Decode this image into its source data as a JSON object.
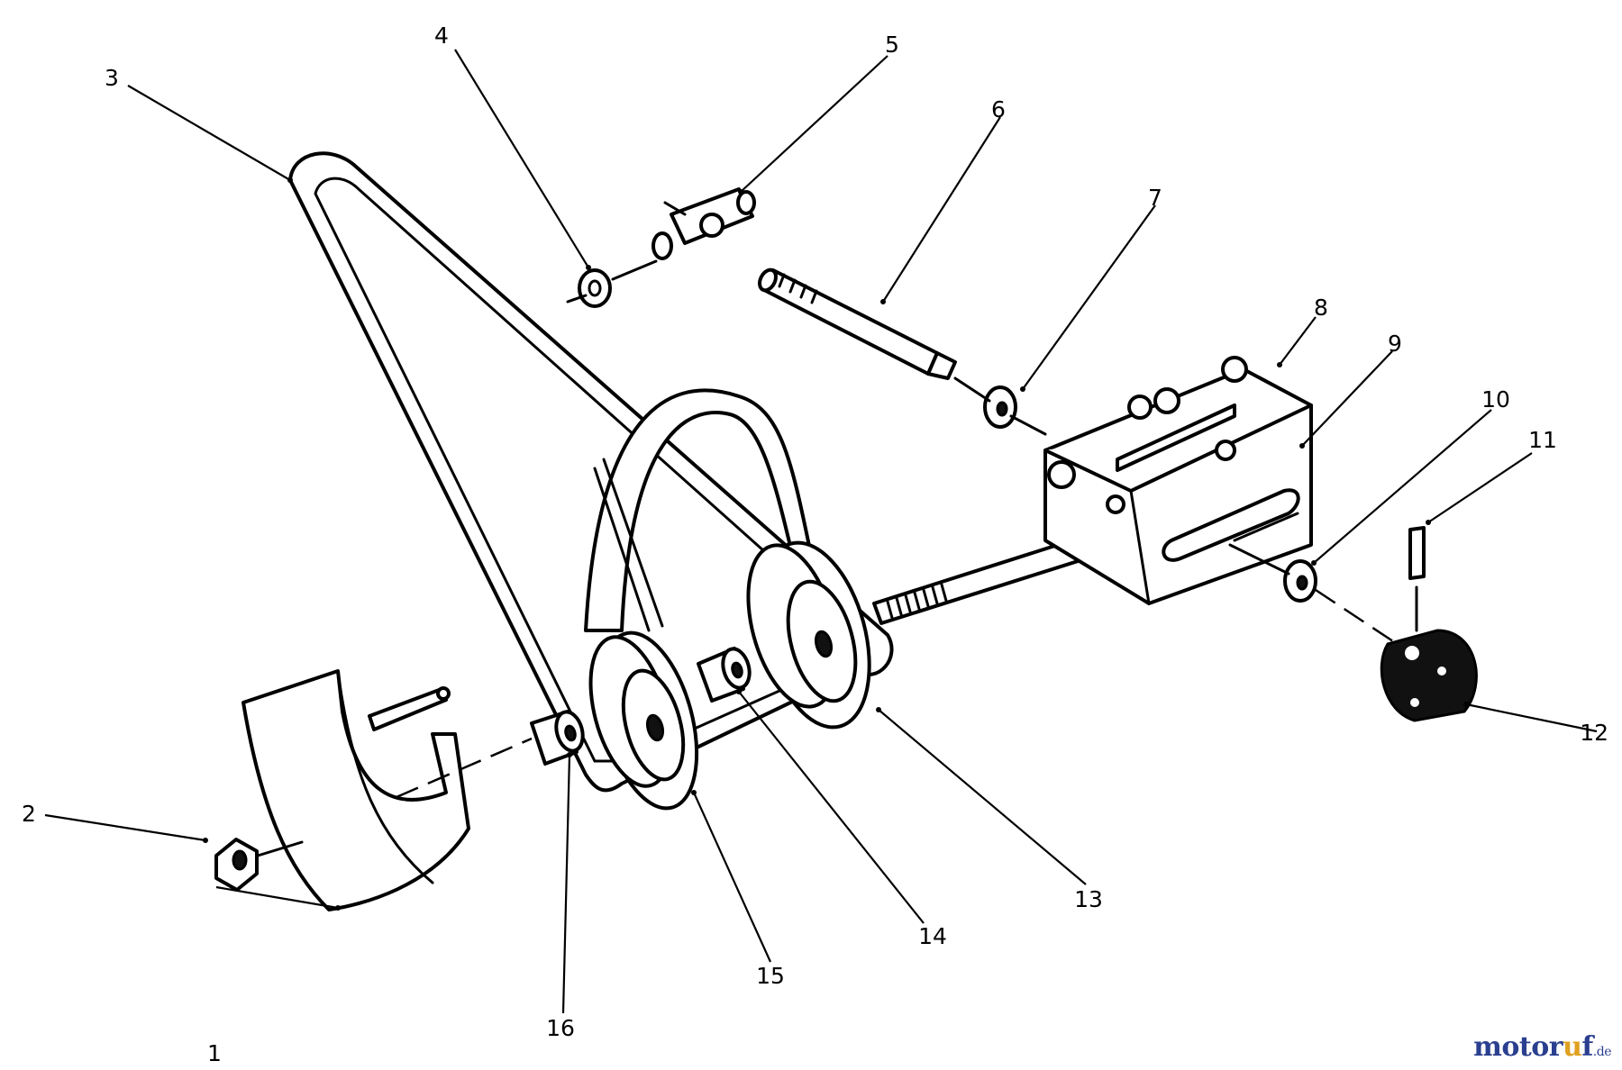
{
  "callouts": [
    {
      "num": "1",
      "part": "belt-guard"
    },
    {
      "num": "2",
      "part": "nut"
    },
    {
      "num": "3",
      "part": "long-v-belt"
    },
    {
      "num": "4",
      "part": "retaining-ring"
    },
    {
      "num": "5",
      "part": "pivot-block"
    },
    {
      "num": "6",
      "part": "threaded-rod"
    },
    {
      "num": "7",
      "part": "washer"
    },
    {
      "num": "8",
      "part": "bracket-housing"
    },
    {
      "num": "9",
      "part": "slot-plate"
    },
    {
      "num": "10",
      "part": "washer"
    },
    {
      "num": "11",
      "part": "roll-pin"
    },
    {
      "num": "12",
      "part": "knob"
    },
    {
      "num": "13",
      "part": "large-pulley"
    },
    {
      "num": "14",
      "part": "bushing"
    },
    {
      "num": "15",
      "part": "small-pulley"
    },
    {
      "num": "16",
      "part": "bushing"
    }
  ],
  "watermark": {
    "main": "motor",
    "accent": "u",
    "end": "f",
    "tld": ".de"
  },
  "colors": {
    "line": "#000000",
    "background": "#ffffff",
    "watermark_main": "#2a3f8f",
    "watermark_accent": "#e0a020"
  }
}
